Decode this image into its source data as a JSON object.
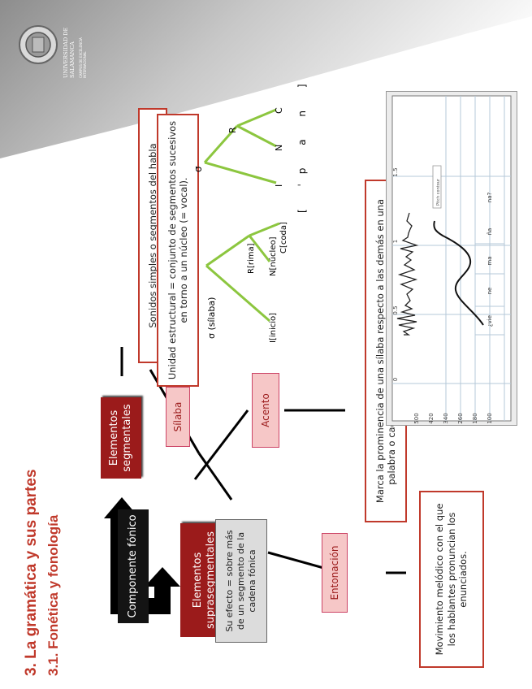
{
  "header": {
    "logo_label": "UNIVERSIDAD DE SALAMANCA",
    "logo_sublabel": "CAMPUS DE EXCELENCIA INTERNACIONAL"
  },
  "title": {
    "line1": "3. La gramática y sus partes",
    "line2": "3.1. Fonética y fonología"
  },
  "nodes": {
    "componente": "Componente fónico",
    "segmentales": "Elementos segmentales",
    "suprasegmentales": "Elementos suprasegmentales",
    "sonidos": "Sonidos simples o segmentos del habla",
    "silaba": "Sílaba",
    "unidad": "Unidad estructural = conjunto de segmentos sucesivos en torno a un núcleo (= vocal).",
    "su_efecto": "Su efecto = sobre más de un segmento de la cadena fónica",
    "acento": "Acento",
    "marca": "Marca la prominencia de una sílaba respecto a las demás en una palabra o cadena fónica. Sílabas tónicas - sílabas átonas.",
    "entonacion": "Entonación",
    "movimiento": "Movimiento melódico con el que los hablantes pronuncian los enunciados."
  },
  "tree1": {
    "sigma": "σ (sílaba)",
    "rima": "R[rima]",
    "inicio": "I[inicio]",
    "nucleo": "N[núcleo]",
    "coda": "C[coda]"
  },
  "tree2": {
    "sigma": "σ",
    "r": "R",
    "i": "I",
    "n": "N",
    "c": "C",
    "transcription": "[ ˈp a n ]"
  },
  "pitch": {
    "yticks": [
      "500",
      "420",
      "340",
      "260",
      "180",
      "100"
    ],
    "xticks": [
      "0",
      "0.5",
      "1",
      "1.5"
    ],
    "syllables": [
      "¿vie",
      "ne",
      "ma",
      "ña",
      "na?"
    ],
    "tag": "Pitch contour"
  }
}
